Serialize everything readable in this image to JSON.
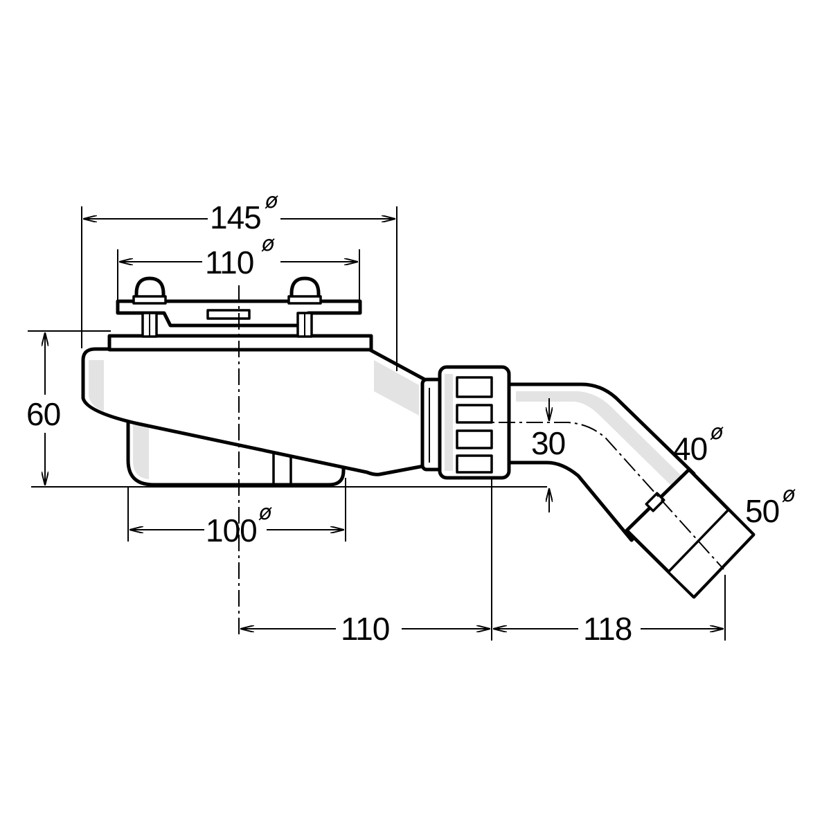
{
  "drawing": {
    "subject": "shower-tray-drain-with-elbow-outlet",
    "colors": {
      "line": "#000000",
      "fill": "#ffffff",
      "shade": "#e3e3e3"
    },
    "symbols": {
      "diameter": "ø"
    },
    "dimensions": {
      "outer_flange_diameter": {
        "value": "145",
        "suffix": "ø"
      },
      "grate_diameter": {
        "value": "110",
        "suffix": "ø"
      },
      "height": {
        "value": "60"
      },
      "trap_diameter": {
        "value": "100",
        "suffix": "ø"
      },
      "center_to_nut": {
        "value": "110"
      },
      "nut_to_outlet": {
        "value": "118"
      },
      "outlet_offset": {
        "value": "30"
      },
      "elbow_diameter": {
        "value": "40",
        "suffix": "ø"
      },
      "outlet_diameter": {
        "value": "50",
        "suffix": "ø"
      }
    }
  }
}
